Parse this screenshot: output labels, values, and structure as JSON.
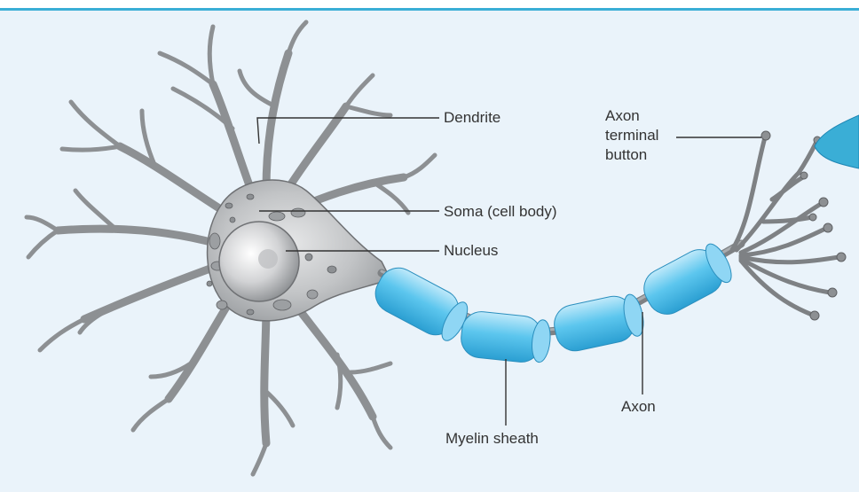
{
  "diagram": {
    "labels": {
      "dendrite": "Dendrite",
      "soma": "Soma (cell body)",
      "nucleus": "Nucleus",
      "axon_terminal": "Axon terminal button",
      "axon": "Axon",
      "myelin": "Myelin sheath"
    },
    "colors": {
      "background": "#eaf3fa",
      "top_rule": "#3aaed6",
      "neuron_fill": "#b7b9bc",
      "neuron_stroke": "#6f7174",
      "myelin": "#56c3ec",
      "leader": "#333333"
    }
  }
}
